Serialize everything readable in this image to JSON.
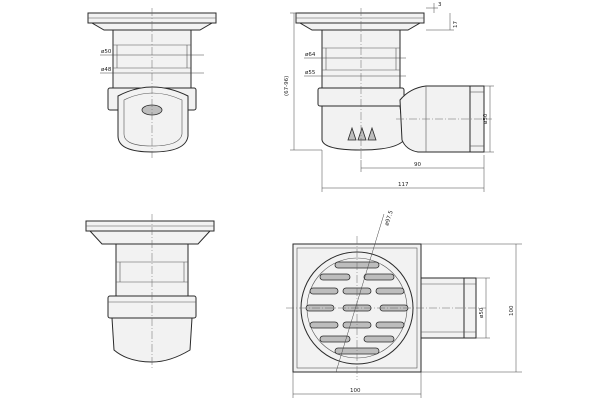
{
  "views": {
    "front": {
      "dia_upper": "ø50",
      "dia_lower": "ø48"
    },
    "side": {
      "height_total": "(67-96)",
      "flange_thickness": "3",
      "top_offset": "17",
      "dia_upper": "ø64",
      "dia_lower": "ø55",
      "outlet_dia": "ø50",
      "outlet_length": "90",
      "overall_length": "117"
    },
    "plan": {
      "grate_dia": "ø97.5",
      "outlet_dia": "ø50",
      "width": "100",
      "height": "100"
    }
  },
  "colors": {
    "line": "#2a2a2a",
    "fill": "#f2f2f2",
    "dark": "#bdbdbd"
  }
}
